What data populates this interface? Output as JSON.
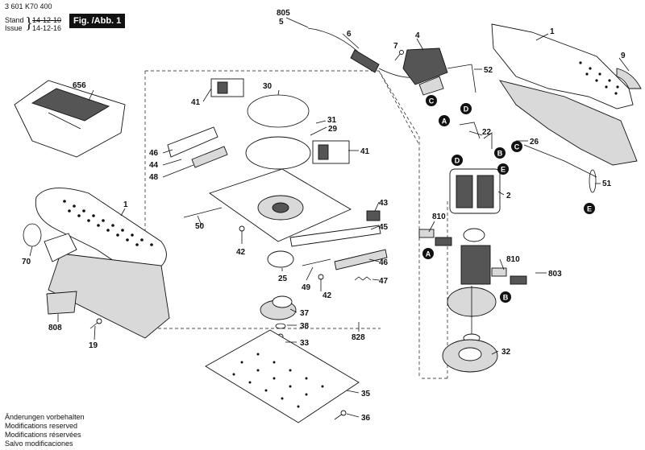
{
  "header": {
    "doc_number": "3 601 K70 400",
    "stand_label": "Stand",
    "issue_label": "Issue",
    "date_old": "14-12-10",
    "date_new": "14-12-16",
    "figure_label": "Fig. /Abb. 1"
  },
  "footer": {
    "line1": "Änderungen vorbehalten",
    "line2": "Modifications reserved",
    "line3": "Modifications réservées",
    "line4": "Salvo modificaciones"
  },
  "part_numbers": {
    "p805": "805",
    "p5": "5",
    "p6": "6",
    "p4": "4",
    "p7": "7",
    "p1_top": "1",
    "p9": "9",
    "p52": "52",
    "p656": "656",
    "p30": "30",
    "p41_a": "41",
    "p41_b": "41",
    "p31": "31",
    "p29": "29",
    "p46_a": "46",
    "p44": "44",
    "p48": "48",
    "p1_left": "1",
    "p22": "22",
    "p26": "26",
    "p2": "2",
    "p51": "51",
    "p43": "43",
    "p45": "45",
    "p46_b": "46",
    "p47": "47",
    "p50": "50",
    "p42_a": "42",
    "p42_b": "42",
    "p49": "49",
    "p25": "25",
    "p810_a": "810",
    "p810_b": "810",
    "p803": "803",
    "p70": "70",
    "p808": "808",
    "p19": "19",
    "p37": "37",
    "p38": "38",
    "p33": "33",
    "p828": "828",
    "p32": "32",
    "p35": "35",
    "p36": "36"
  },
  "markers": {
    "c1": "C",
    "d1": "D",
    "a1": "A",
    "b1": "B",
    "c2": "C",
    "d2": "D",
    "e1": "E",
    "e2": "E",
    "a2": "A",
    "b2": "B"
  }
}
